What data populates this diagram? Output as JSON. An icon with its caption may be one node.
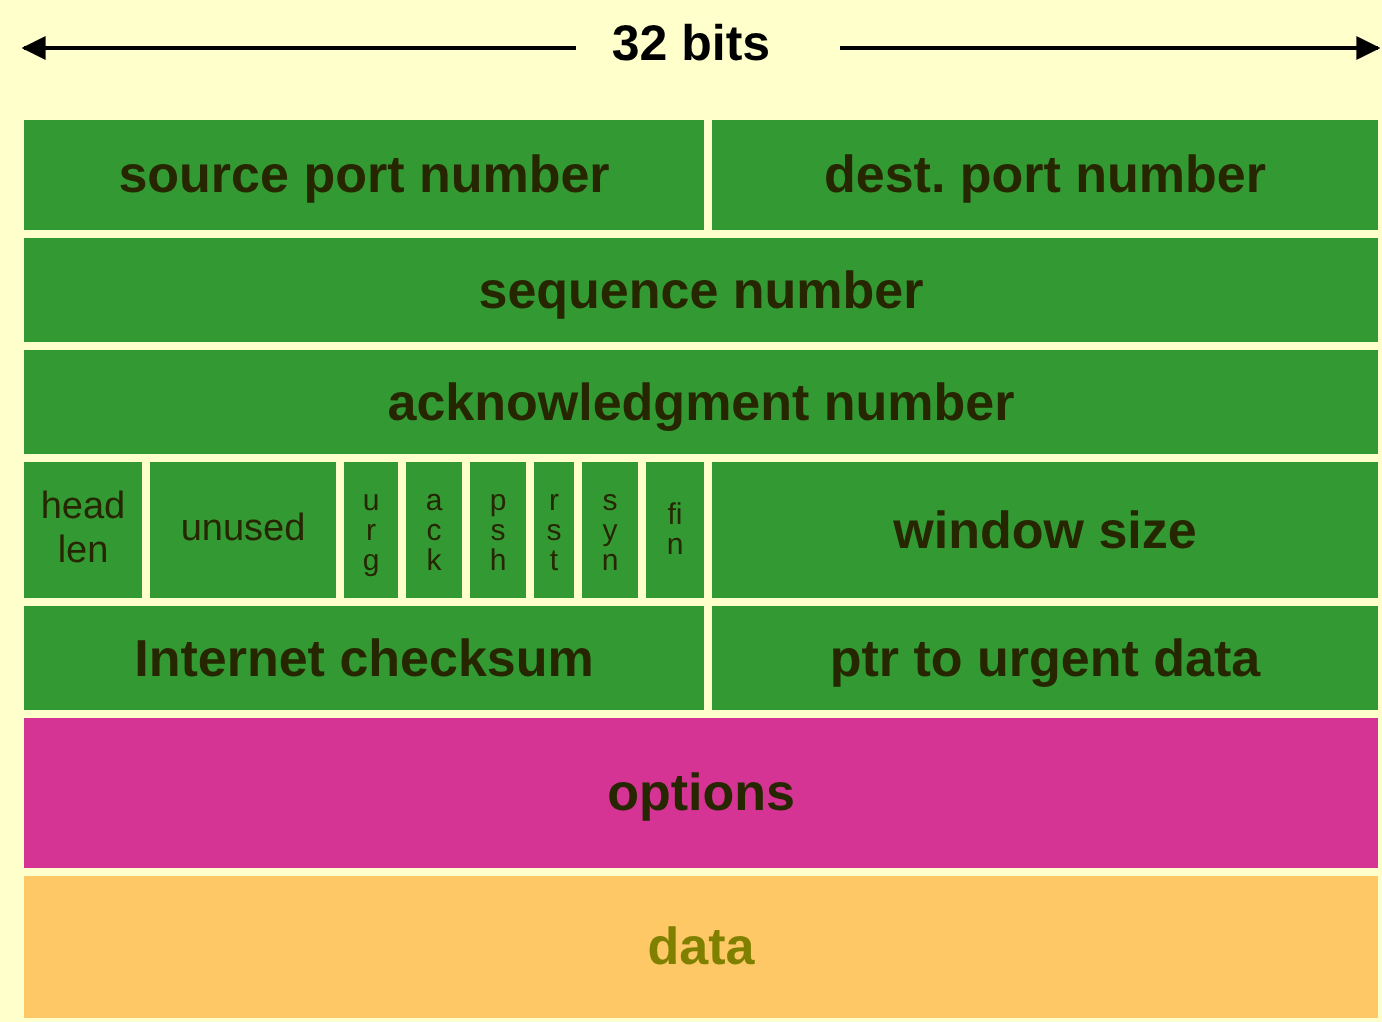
{
  "diagram": {
    "nodes": [
      {
        "text": [
          "source port number"
        ]
      },
      {
        "text": [
          "dest. port number"
        ]
      },
      {
        "text": [
          "sequence number"
        ]
      },
      {
        "text": [
          "acknowledgment number"
        ]
      },
      {
        "text": [
          "head len"
        ]
      },
      {
        "text": [
          "unused"
        ]
      },
      {
        "text": [
          "urg"
        ]
      },
      {
        "text": [
          "ack"
        ]
      },
      {
        "text": [
          "psh"
        ]
      },
      {
        "text": [
          "rst"
        ]
      },
      {
        "text": [
          "syn"
        ]
      },
      {
        "text": [
          "fin"
        ]
      },
      {
        "text": [
          "window size"
        ]
      },
      {
        "text": [
          "Internet checksum"
        ]
      },
      {
        "text": [
          "ptr to urgent data"
        ]
      },
      {
        "text": [
          "options"
        ]
      },
      {
        "text": [
          "data"
        ]
      }
    ],
    "labels": [
      "32 bits"
    ]
  }
}
